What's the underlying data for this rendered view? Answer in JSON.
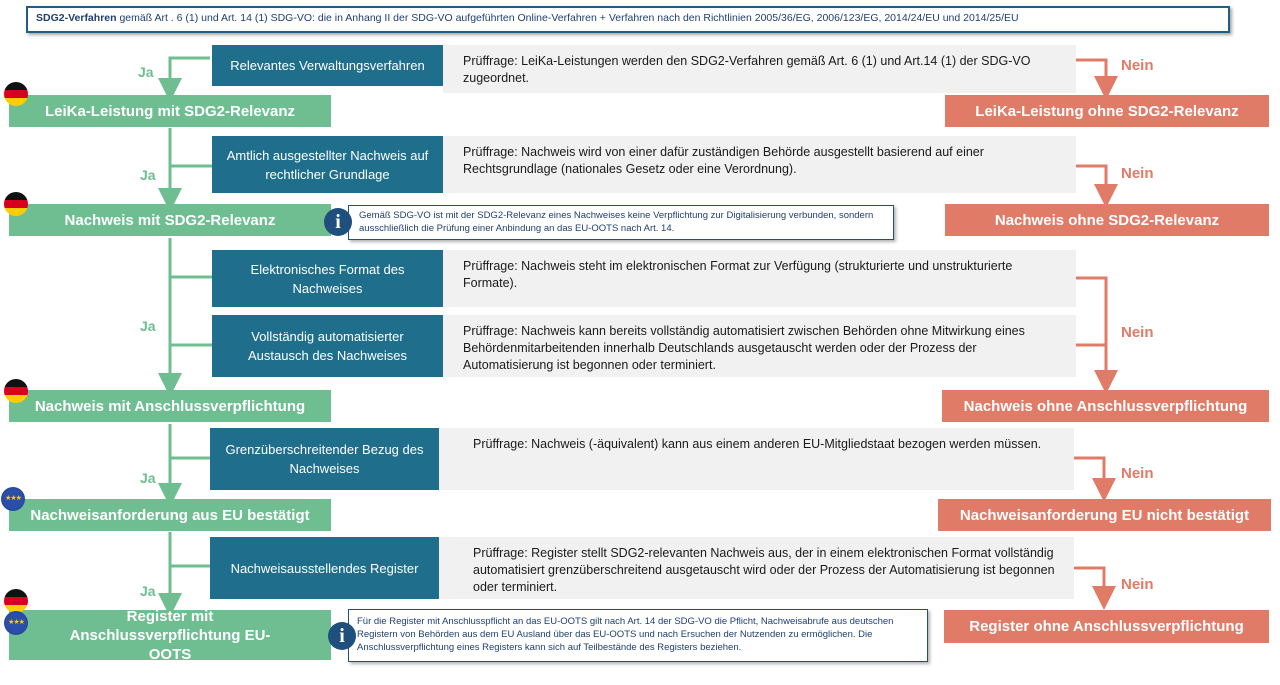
{
  "header": {
    "bold": "SDG2-Verfahren",
    "text": " gemäß Art . 6 (1) und Art. 14 (1) SDG-VO: die in Anhang II der SDG-VO aufgeführten Online-Verfahren + Verfahren nach den Richtlinien 2005/36/EG, 2006/123/EG, 2014/24/EU und 2014/25/EU"
  },
  "labels": {
    "yes": "Ja",
    "no": "Nein"
  },
  "criteria": [
    {
      "label": "Relevantes Verwaltungsverfahren",
      "question": "Prüffrage: LeiKa-Leistungen werden den SDG2-Verfahren gemäß Art. 6 (1) und Art.14 (1) der SDG-VO zugeordnet."
    },
    {
      "label": "Amtlich ausgestellter Nachweis auf rechtlicher Grundlage",
      "question": "Prüffrage: Nachweis wird von einer dafür zuständigen Behörde ausgestellt basierend auf einer Rechtsgrundlage (nationales Gesetz oder eine Verordnung)."
    },
    {
      "label": "Elektronisches Format des Nachweises",
      "question": "Prüffrage: Nachweis steht im elektronischen Format zur Verfügung (strukturierte und unstrukturierte Formate)."
    },
    {
      "label": "Vollständig automatisierter Austausch des Nachweises",
      "question": "Prüffrage: Nachweis kann bereits vollständig automatisiert zwischen Behörden ohne Mitwirkung eines Behördenmitarbeitenden innerhalb Deutschlands ausgetauscht werden oder der Prozess der Automatisierung ist begonnen oder terminiert."
    },
    {
      "label": "Grenzüberschreitender Bezug des Nachweises",
      "question": "Prüffrage: Nachweis (-äquivalent) kann aus einem anderen EU-Mitgliedstaat bezogen werden müssen."
    },
    {
      "label": "Nachweisausstellendes Register",
      "question": "Prüffrage: Register stellt SDG2-relevanten Nachweis aus, der in einem elektronischen Format vollständig automatisiert grenzüberschreitend ausgetauscht wird oder der Prozess der Automatisierung ist begonnen oder terminiert."
    }
  ],
  "outcomes_yes": [
    "LeiKa-Leistung mit SDG2-Relevanz",
    "Nachweis mit SDG2-Relevanz",
    "Nachweis mit Anschlussverpflichtung",
    "Nachweisanforderung aus EU bestätigt",
    "Register mit Anschlussverpflichtung EU-OOTS"
  ],
  "outcomes_no": [
    "LeiKa-Leistung ohne SDG2-Relevanz",
    "Nachweis ohne SDG2-Relevanz",
    "Nachweis ohne Anschlussverpflichtung",
    "Nachweisanforderung EU nicht bestätigt",
    "Register ohne Anschlussverpflichtung"
  ],
  "info_notes": [
    "Gemäß SDG-VO ist mit der SDG2-Relevanz eines Nachweises keine Verpflichtung zur Digitalisierung verbunden, sondern ausschließlich die Prüfung einer Anbindung an das EU-OOTS nach Art. 14.",
    "Für die Register mit Anschlusspflicht an das EU-OOTS gilt nach Art. 14 der SDG-VO die Pflicht, Nachweisabrufe aus deutschen Registern von Behörden aus dem EU Ausland über das EU-OOTS und nach Ersuchen der Nutzenden zu ermöglichen. Die Anschlussverpflichtung eines Registers kann sich auf Teilbestände des Registers beziehen."
  ],
  "colors": {
    "yes": "#6fbe92",
    "no": "#e07b67",
    "criterion": "#1f6e8c",
    "question_bg": "#f1f1f1",
    "header_border": "#1f5f86"
  },
  "icons": {
    "flag_de": "germany-flag-icon",
    "flag_eu": "eu-flag-icon",
    "info": "info-icon"
  }
}
